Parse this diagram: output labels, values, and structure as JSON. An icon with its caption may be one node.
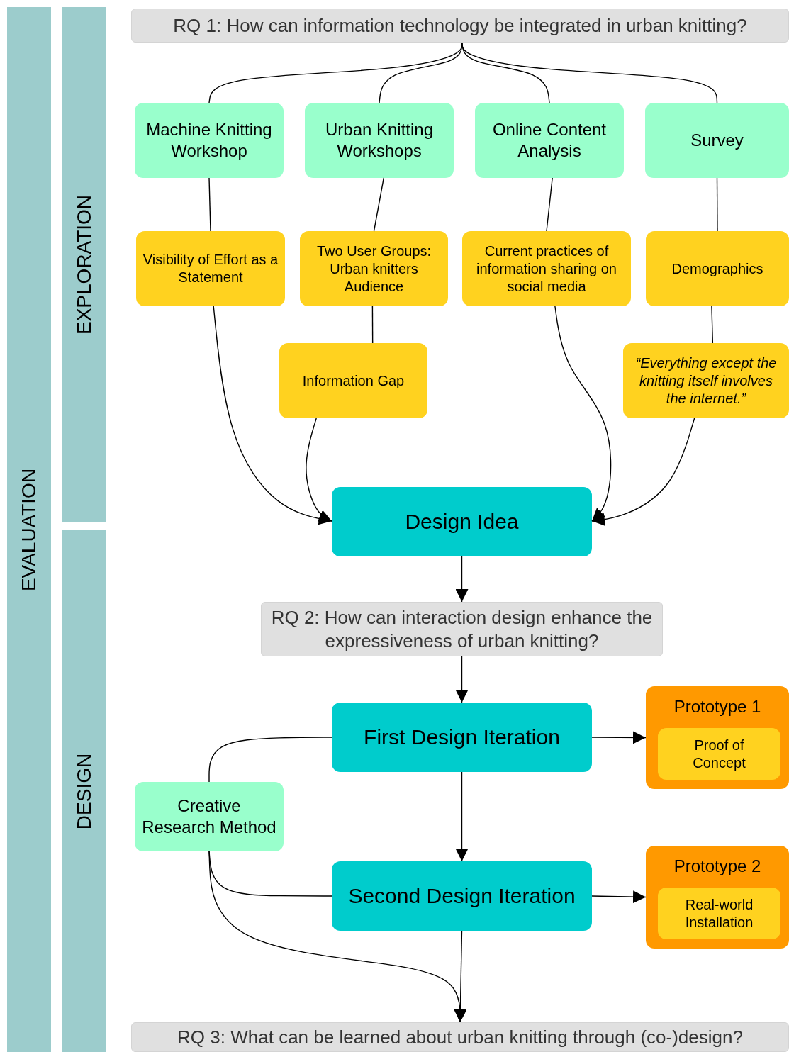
{
  "diagram": {
    "nodes": [
      {
        "text": [
          "RQ 1: How can information technology be integrated in urban knitting?"
        ]
      },
      {
        "text": [
          "Machine Knitting Workshop"
        ]
      },
      {
        "text": [
          "Urban Knitting Workshops"
        ]
      },
      {
        "text": [
          "Online Content Analysis"
        ]
      },
      {
        "text": [
          "Survey"
        ]
      },
      {
        "text": [
          "Visibility of Effort as a Statement"
        ]
      },
      {
        "text": [
          "Two User Groups: Urban knitters Audience"
        ]
      },
      {
        "text": [
          "Current practices of information sharing on social media"
        ]
      },
      {
        "text": [
          "Demographics"
        ]
      },
      {
        "text": [
          "Information Gap"
        ]
      },
      {
        "text": [
          "“Everything except the knitting itself involves the internet.”"
        ]
      },
      {
        "text": [
          "Design Idea"
        ]
      },
      {
        "text": [
          "RQ 2: How can interaction design enhance the expressiveness of urban knitting?"
        ]
      },
      {
        "text": [
          "First Design Iteration"
        ]
      },
      {
        "text": [
          "Prototype 1"
        ]
      },
      {
        "text": [
          "Proof of Concept"
        ],
        "in": 14
      },
      {
        "text": [
          "Creative Research Method"
        ]
      },
      {
        "text": [
          "Second Design Iteration"
        ]
      },
      {
        "text": [
          "Prototype 2"
        ]
      },
      {
        "text": [
          "Real-world Installation"
        ],
        "in": 18
      },
      {
        "text": [
          "RQ 3: What can be learned about urban knitting through (co-)design?"
        ]
      },
      {
        "text": [
          "EVALUATION"
        ]
      },
      {
        "text": [
          "EXPLORATION"
        ]
      },
      {
        "text": [
          "DESIGN"
        ]
      }
    ],
    "edges": [
      {
        "from": 0,
        "to": 1,
        "arrow": "none"
      },
      {
        "from": 0,
        "to": 2,
        "arrow": "none"
      },
      {
        "from": 0,
        "to": 3,
        "arrow": "none"
      },
      {
        "from": 0,
        "to": 4,
        "arrow": "none"
      },
      {
        "from": 1,
        "to": 5,
        "arrow": "none"
      },
      {
        "from": 2,
        "to": 6,
        "arrow": "none"
      },
      {
        "from": 3,
        "to": 7,
        "arrow": "none"
      },
      {
        "from": 4,
        "to": 8,
        "arrow": "none"
      },
      {
        "from": 6,
        "to": 9,
        "arrow": "none"
      },
      {
        "from": 8,
        "to": 10,
        "arrow": "none"
      },
      {
        "from": 5,
        "to": 11,
        "arrow": "to"
      },
      {
        "from": 9,
        "to": 11,
        "arrow": "to"
      },
      {
        "from": 7,
        "to": 11,
        "arrow": "to"
      },
      {
        "from": 10,
        "to": 11,
        "arrow": "to"
      },
      {
        "from": 11,
        "to": 12,
        "arrow": "to"
      },
      {
        "from": 12,
        "to": 13,
        "arrow": "to"
      },
      {
        "from": 13,
        "to": 14,
        "arrow": "to"
      },
      {
        "from": 13,
        "to": 17,
        "arrow": "to"
      },
      {
        "from": 17,
        "to": 18,
        "arrow": "to"
      },
      {
        "from": 16,
        "to": 13,
        "arrow": "none"
      },
      {
        "from": 16,
        "to": 17,
        "arrow": "none"
      },
      {
        "from": 16,
        "to": 20,
        "arrow": "to"
      },
      {
        "from": 17,
        "to": 20,
        "arrow": "to"
      }
    ]
  }
}
